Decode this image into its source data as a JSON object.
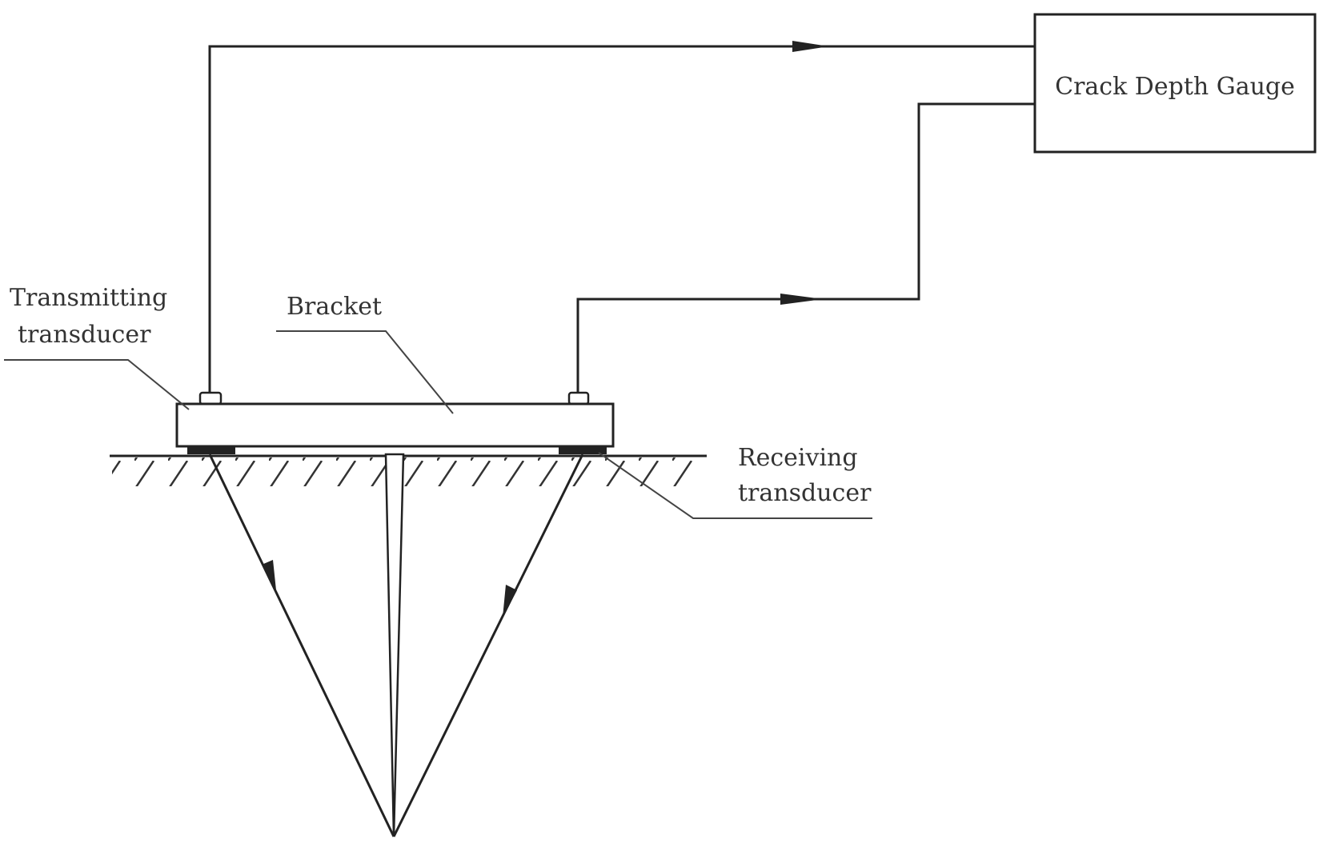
{
  "diagram": {
    "gauge_label": "Crack Depth Gauge",
    "transmitting_label_line1": "Transmitting",
    "transmitting_label_line2": "transducer",
    "bracket_label": "Bracket",
    "receiving_label_line1": "Receiving",
    "receiving_label_line2": "transducer",
    "line_color": "#222222",
    "background_color": "#ffffff"
  }
}
